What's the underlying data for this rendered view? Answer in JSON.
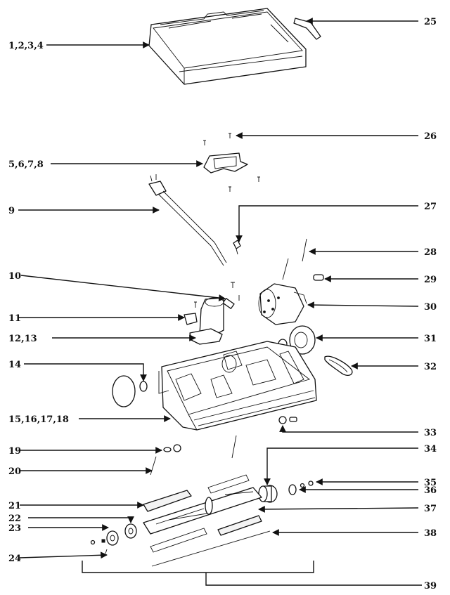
{
  "diagram": {
    "callouts": [
      {
        "id": "c1",
        "label": "1,2,3,4"
      },
      {
        "id": "c25",
        "label": "25"
      },
      {
        "id": "c26",
        "label": "26"
      },
      {
        "id": "c5",
        "label": "5,6,7,8"
      },
      {
        "id": "c9",
        "label": "9"
      },
      {
        "id": "c27",
        "label": "27"
      },
      {
        "id": "c28",
        "label": "28"
      },
      {
        "id": "c10",
        "label": "10"
      },
      {
        "id": "c29",
        "label": "29"
      },
      {
        "id": "c30",
        "label": "30"
      },
      {
        "id": "c11",
        "label": "11"
      },
      {
        "id": "c31",
        "label": "31"
      },
      {
        "id": "c12",
        "label": "12,13"
      },
      {
        "id": "c14",
        "label": "14"
      },
      {
        "id": "c32",
        "label": "32"
      },
      {
        "id": "c15",
        "label": "15,16,17,18"
      },
      {
        "id": "c33",
        "label": "33"
      },
      {
        "id": "c19",
        "label": "19"
      },
      {
        "id": "c34",
        "label": "34"
      },
      {
        "id": "c20",
        "label": "20"
      },
      {
        "id": "c35",
        "label": "35"
      },
      {
        "id": "c36",
        "label": "36"
      },
      {
        "id": "c21",
        "label": "21"
      },
      {
        "id": "c37",
        "label": "37"
      },
      {
        "id": "c22",
        "label": "22"
      },
      {
        "id": "c23",
        "label": "23"
      },
      {
        "id": "c38",
        "label": "38"
      },
      {
        "id": "c24",
        "label": "24"
      },
      {
        "id": "c39",
        "label": "39"
      }
    ]
  }
}
